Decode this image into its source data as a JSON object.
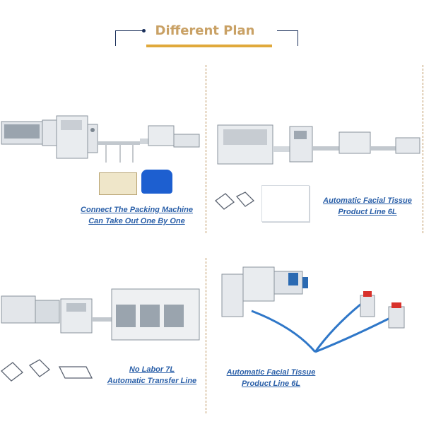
{
  "header": {
    "title": "Different Plan"
  },
  "panels": [
    {
      "caption_line1": "Connect The Packing Machine",
      "caption_line2": "Can Take Out One By One"
    },
    {
      "caption_line1": "Automatic Facial Tissue",
      "caption_line2": "Product Line 6L"
    },
    {
      "caption_line1": "No Labor 7L",
      "caption_line2": "Automatic Transfer Line"
    },
    {
      "caption_line1": "Automatic Facial Tissue",
      "caption_line2": "Product Line 6L"
    }
  ],
  "colors": {
    "title": "#c9a165",
    "title_bar": "#e0a93c",
    "caption": "#2a5fa8",
    "header_line": "#1a2f5a",
    "divider": "#b98f57"
  }
}
